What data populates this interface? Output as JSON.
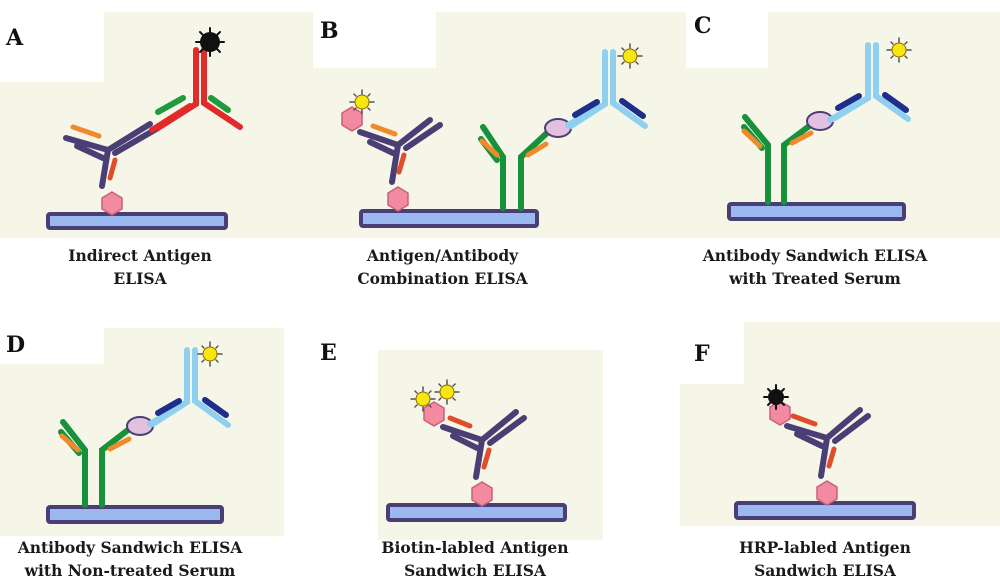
{
  "colors": {
    "panel_bg": "#f5f6e8",
    "plate_fill": "#9bb8f0",
    "plate_edge": "#4a3f75",
    "antigen": "#f28aa2",
    "antigen_edge": "#c9607a",
    "ab_purple": "#4a3f75",
    "ab_red": "#e12a2a",
    "ab_green": "#17913a",
    "ab_lightblue": "#8fd0f0",
    "ab_navy": "#1d2f8a",
    "orange": "#f08a2c",
    "green_small": "#1f9a3c",
    "oval": "#e3bfe0",
    "sun": "#f7e60f",
    "hrp": "#111111"
  },
  "panels": [
    {
      "letter": "A",
      "caption_line1": "Indirect Antigen",
      "caption_line2": "ELISA"
    },
    {
      "letter": "B",
      "caption_line1": "Antigen/Antibody",
      "caption_line2": "Combination ELISA"
    },
    {
      "letter": "C",
      "caption_line1": "Antibody Sandwich ELISA",
      "caption_line2": "with Treated Serum"
    },
    {
      "letter": "D",
      "caption_line1": "Antibody Sandwich ELISA",
      "caption_line2": "with Non-treated Serum"
    },
    {
      "letter": "E",
      "caption_line1": "Biotin-labled Antigen",
      "caption_line2": "Sandwich ELISA"
    },
    {
      "letter": "F",
      "caption_line1": "HRP-labled Antigen",
      "caption_line2": "Sandwich ELISA"
    }
  ]
}
